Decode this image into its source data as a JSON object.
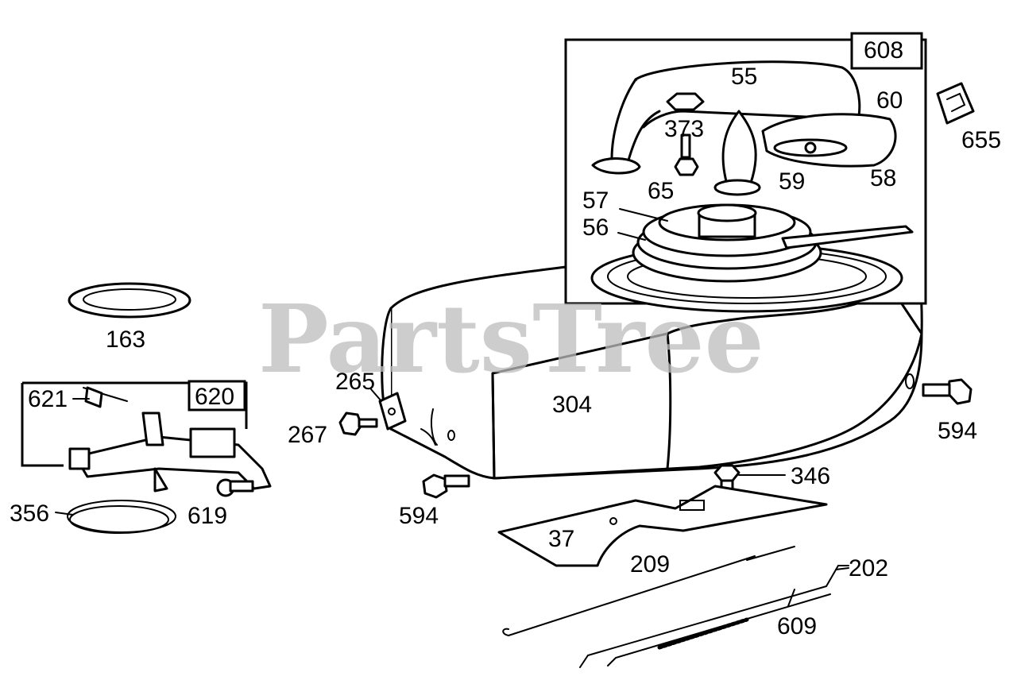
{
  "watermark": "PartsTree",
  "labels": {
    "l608": "608",
    "l55": "55",
    "l60": "60",
    "l373": "373",
    "l655": "655",
    "l59": "59",
    "l58": "58",
    "l65": "65",
    "l57": "57",
    "l56": "56",
    "l163": "163",
    "l621": "621",
    "l620": "620",
    "l265": "265",
    "l304": "304",
    "l594a": "594",
    "l267": "267",
    "l594b": "594",
    "l346": "346",
    "l356": "356",
    "l619": "619",
    "l37": "37",
    "l209": "209",
    "l202": "202",
    "l609": "609"
  }
}
